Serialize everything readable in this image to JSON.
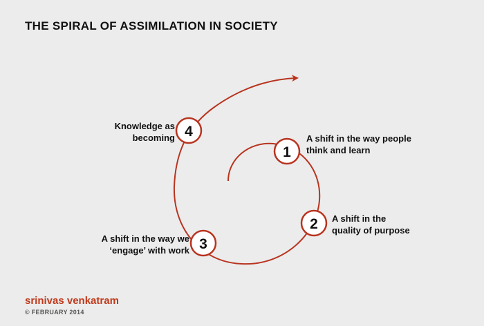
{
  "title": "THE SPIRAL OF ASSIMILATION IN SOCIETY",
  "colors": {
    "accent": "#b8341f",
    "background": "#ececec",
    "brand": "#c0391b"
  },
  "nodes": [
    {
      "number": "1",
      "label_line1": "A shift in the way people",
      "label_line2": "think and learn"
    },
    {
      "number": "2",
      "label_line1": "A shift in the",
      "label_line2": "quality of purpose"
    },
    {
      "number": "3",
      "label_line1": "A shift in the way we",
      "label_line2": "‘engage’ with work"
    },
    {
      "number": "4",
      "label_line1": "Knowledge as",
      "label_line2": "becoming"
    }
  ],
  "footer": {
    "brand": "srinivas venkatram",
    "copyright": "© FEBRUARY 2014"
  }
}
